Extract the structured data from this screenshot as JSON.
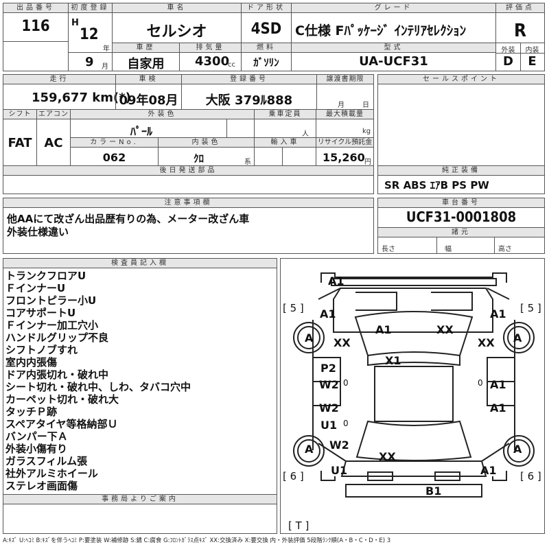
{
  "header": {
    "lot_label": "出品番号",
    "lot_value": "116",
    "first_reg_label": "初度登録",
    "era": "H",
    "year": "12",
    "year_unit": "年",
    "month": "9",
    "month_unit": "月",
    "car_name_label": "車名",
    "car_name": "セルシオ",
    "door_label": "ドア形状",
    "door": "4SD",
    "grade_label": "グレード",
    "grade": "C仕様 Fﾊﾟｯｹｰｼﾞ ｲﾝﾃﾘｱｾﾚｸｼｮﾝ",
    "score_label": "評価点",
    "score": "R",
    "history_label": "車歴",
    "history": "自家用",
    "displacement_label": "排気量",
    "displacement": "4300",
    "displacement_unit": "cc",
    "fuel_label": "燃料",
    "fuel": "ｶﾞｿﾘﾝ",
    "model_label": "型式",
    "model": "UA-UCF31",
    "exterior_label": "外装",
    "exterior": "D",
    "interior_label": "内装",
    "interior": "E"
  },
  "row2": {
    "mileage_label": "走行",
    "mileage": "159,677 km(*)",
    "inspection_label": "車検",
    "inspection": "09年08月",
    "plate_label": "登録番号",
    "plate": "大阪 379ﾙ888",
    "transfer_label": "譲渡書期限",
    "transfer_month": "月",
    "transfer_day": "日",
    "sales_label": "セールスポイント",
    "shift_label": "シフト",
    "shift": "FAT",
    "ac_label": "エアコン",
    "ac": "AC",
    "color_label": "外装色",
    "color": "ﾊﾟｰﾙ",
    "capacity_label": "乗車定員",
    "capacity_unit": "人",
    "load_label": "最大積載量",
    "load_unit": "kg",
    "color_no_label": "カラーNo.",
    "color_no": "062",
    "interior_color_label": "内装色",
    "interior_color": "ｸﾛ",
    "interior_color_suffix": "系",
    "import_label": "輸入車",
    "recycle_label": "リサイクル預託金",
    "recycle": "15,260",
    "recycle_unit": "円",
    "later_parts_label": "後日発送部品",
    "equipment_label": "純正装備",
    "equipment": "SR ABS ｴｱB PS PW"
  },
  "notes": {
    "label": "注意事項欄",
    "line1": "他AAにて改ざん出品歴有りの為、メーター改ざん車",
    "line2": "外装仕様違い",
    "chassis_label": "車台番号",
    "chassis": "UCF31-0001808",
    "dims_label": "諸元",
    "length": "長さ",
    "width": "幅",
    "height": "高さ"
  },
  "inspector": {
    "label": "検査員記入欄",
    "lines": [
      "トランクフロアU",
      "ＦインナーU",
      "フロントピラー小U",
      "コアサポートU",
      "Ｆインナー加工穴小",
      "ハンドルグリップ不良",
      "シフトノブすれ",
      "室内内張傷",
      "ドア内張切れ・破れ中",
      "シート切れ・破れ中、しわ、タバコ穴中",
      "カーペット切れ・破れ大",
      "タッチＰ跡",
      "スペアタイヤ等格納部Ｕ",
      "バンパー下Ａ",
      "外装小傷有り",
      "ガラスフィルム張",
      "社外アルミホイール",
      "ステレオ画面傷"
    ],
    "office_label": "事務局よりご案内"
  },
  "diagram": {
    "bracket_5_left": "[ 5 ]",
    "bracket_5_right": "[ 5 ]",
    "bracket_6_left": "[ 6 ]",
    "bracket_6_right": "[ 6 ]",
    "bracket_t": "[ T ]",
    "a1_top": "A1",
    "a1_fl": "A1",
    "a_fl": "A",
    "xx_fl": "XX",
    "a1_hood_l": "A1",
    "xx_hood_r": "XX",
    "a1_fr": "A1",
    "a_fr": "A",
    "xx_fr": "XX",
    "x1_roof": "X1",
    "p2_l": "P2",
    "w2_l": "W2",
    "zero_l1": "0",
    "zero_r1": "0",
    "a1_r1": "A1",
    "w2_l2": "W2",
    "u1_l2": "U1",
    "zero_l2": "0",
    "a1_r2": "A1",
    "a_rl": "A",
    "w2_rl": "W2",
    "xx_trunk": "XX",
    "a_rr": "A",
    "u1_rl": "U1",
    "a1_rr": "A1",
    "b1_rear": "B1"
  },
  "legend": "A:ｷｽﾞ U:ﾍｺﾐ B:ｷｽﾞを伴うﾍｺﾐ P:要塗装 W:補修跡 S:錆 C:腐食 G:ﾌﾛﾝﾄｶﾞﾗｽ点ｷｽﾞ XX:交換済み X:要交換 内・外装評価 5段階ﾗﾝｸ順(A・B・C・D・E) 3"
}
